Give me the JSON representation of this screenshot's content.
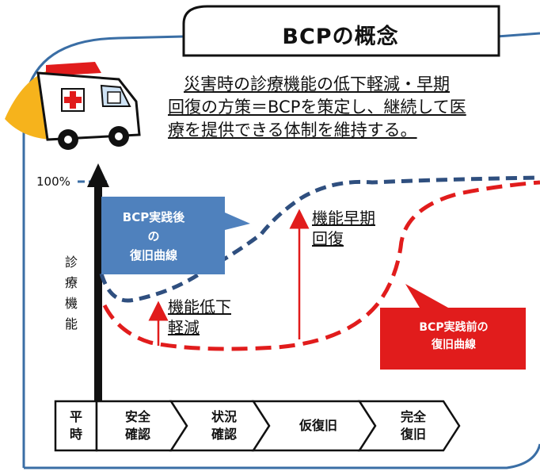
{
  "title": "BCPの概念",
  "description": {
    "line1": "災害時の診療機能の低下軽減・早期",
    "line2": "回復の方策＝BCPを策定し、継続して医",
    "line3": "療を提供できる体制を維持する。"
  },
  "graph": {
    "y_max_label": "100%",
    "y_axis_label": [
      "診",
      "療",
      "機",
      "能"
    ],
    "after_callout": [
      "BCP実践後",
      "の",
      "復旧曲線"
    ],
    "before_callout": [
      "BCP実践前の",
      "復旧曲線"
    ],
    "annotation_reduction": [
      "機能低下",
      "軽減"
    ],
    "annotation_early": [
      "機能早期",
      "回復"
    ],
    "colors": {
      "after": "#2f4f7f",
      "before": "#e11c1c",
      "frame": "#3a6ea5",
      "callout_blue": "#4f81bd"
    }
  },
  "phases": [
    {
      "lines": [
        "平",
        "時"
      ]
    },
    {
      "lines": [
        "安全",
        "確認"
      ]
    },
    {
      "lines": [
        "状況",
        "確認"
      ]
    },
    {
      "lines": [
        "仮復旧"
      ]
    },
    {
      "lines": [
        "完全",
        "復旧"
      ]
    }
  ]
}
